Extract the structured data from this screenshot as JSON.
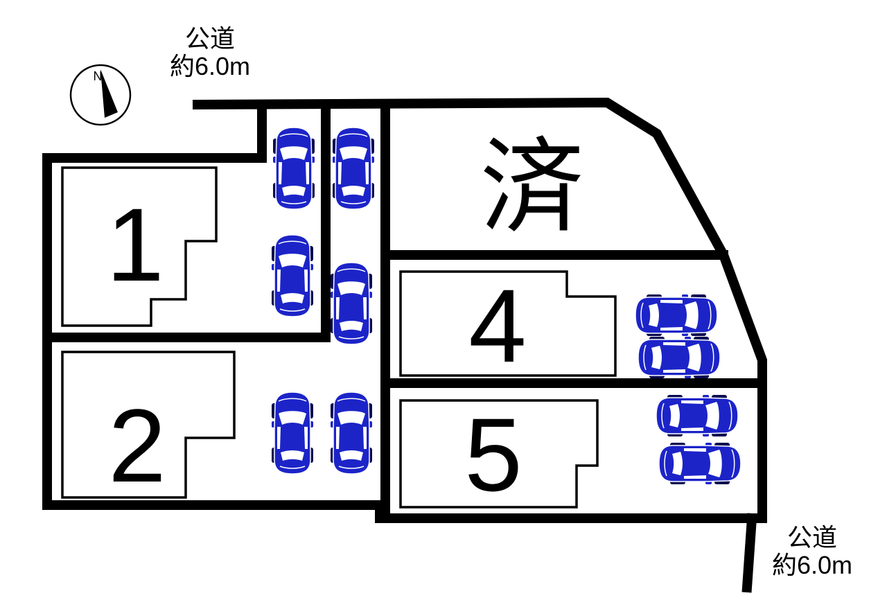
{
  "compass": {
    "north_label": "N"
  },
  "roads": {
    "top": {
      "name": "公道",
      "width": "約6.0m"
    },
    "bottom_right": {
      "name": "公道",
      "width": "約6.0m"
    }
  },
  "plots": [
    {
      "label": "1"
    },
    {
      "label": "2"
    },
    {
      "label": "済"
    },
    {
      "label": "4"
    },
    {
      "label": "5"
    }
  ],
  "cars": {
    "count": 10,
    "body_color": "#1c24c8"
  },
  "colors": {
    "boundary": "#000000",
    "background": "#ffffff"
  }
}
